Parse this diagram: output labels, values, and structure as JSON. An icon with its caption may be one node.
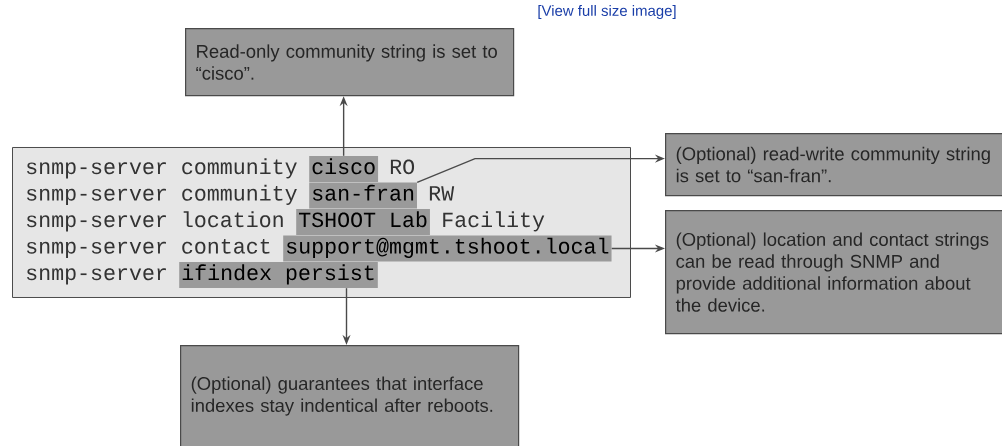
{
  "diagram": {
    "nodes": [
      {
        "text": [],
        "shape": "box"
      },
      {
        "text": [
          "cisco"
        ],
        "in": 0
      },
      {
        "text": [
          "san-fran"
        ],
        "in": 0
      },
      {
        "text": [
          "TSHOOT Lab"
        ],
        "in": 0
      },
      {
        "text": [
          "support@mgmt.tshoot.local"
        ],
        "in": 0
      },
      {
        "text": [
          "ifindex persist"
        ],
        "in": 0
      },
      {
        "text": [
          "Read-only community string is set to “cisco”."
        ]
      },
      {
        "text": [
          "(Optional) read-write community string is set to “san-fran”."
        ]
      },
      {
        "text": [
          "(Optional) location and contact strings can be read through SNMP and provide additional information about the device."
        ]
      },
      {
        "text": [
          "(Optional) guarantees that interface indexes stay indentical after reboots."
        ]
      }
    ],
    "edges": [
      {
        "from": 1,
        "to": 6,
        "arrow": "to"
      },
      {
        "from": 2,
        "to": 7,
        "arrow": "to"
      },
      {
        "from": 4,
        "to": 8,
        "arrow": "to"
      },
      {
        "from": 5,
        "to": 9,
        "arrow": "to"
      }
    ],
    "labels": [
      "[View full size image]",
      "snmp-server community",
      "RO",
      "snmp-server community",
      "RW",
      "snmp-server location",
      "Facility",
      "snmp-server contact",
      "snmp-server"
    ]
  }
}
